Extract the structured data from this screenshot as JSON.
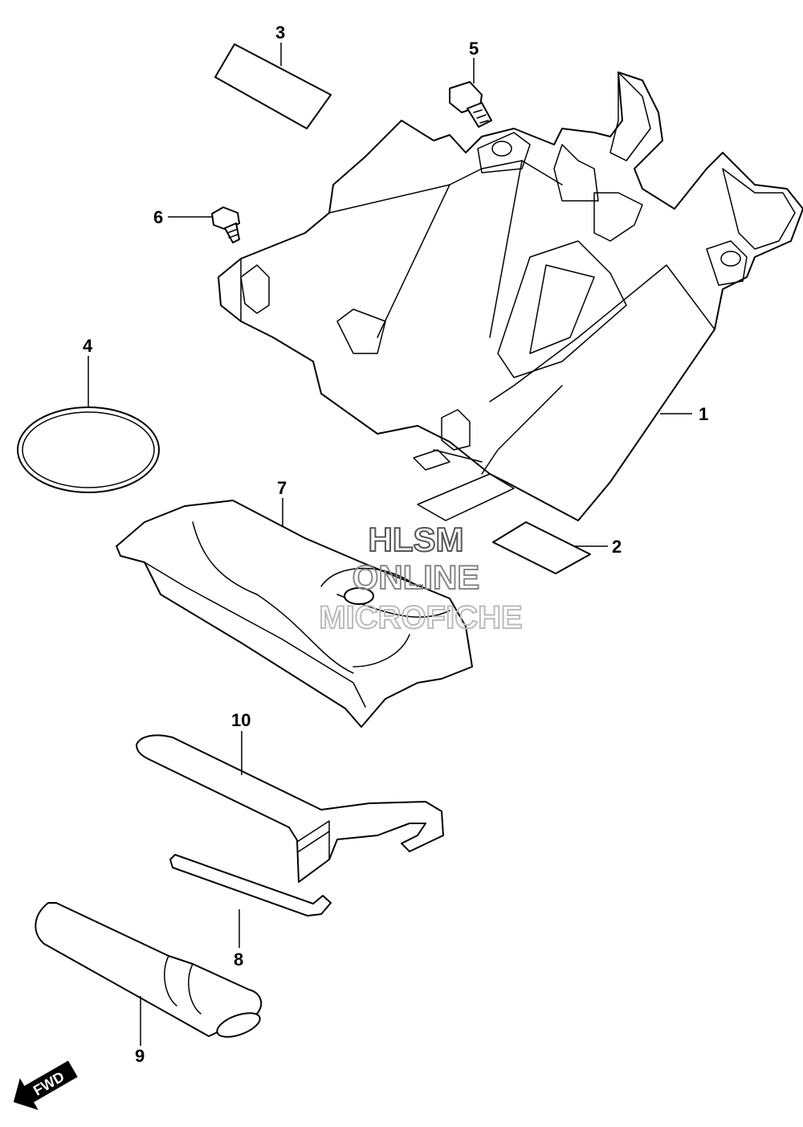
{
  "callouts": {
    "c1": "1",
    "c2": "2",
    "c3": "3",
    "c4": "4",
    "c5": "5",
    "c6": "6",
    "c7": "7",
    "c8": "8",
    "c9": "9",
    "c10": "10"
  },
  "watermark": {
    "line1": "HLSM",
    "line2": "ONLINE",
    "line3": "MICROFICHE"
  },
  "direction_badge": {
    "label": "FWD",
    "icon": "arrow-left-down-icon"
  },
  "colors": {
    "line": "#000000",
    "background": "#ffffff",
    "watermark_1": "#555555",
    "watermark_2": "#888888",
    "watermark_3": "#bbbbbb"
  }
}
